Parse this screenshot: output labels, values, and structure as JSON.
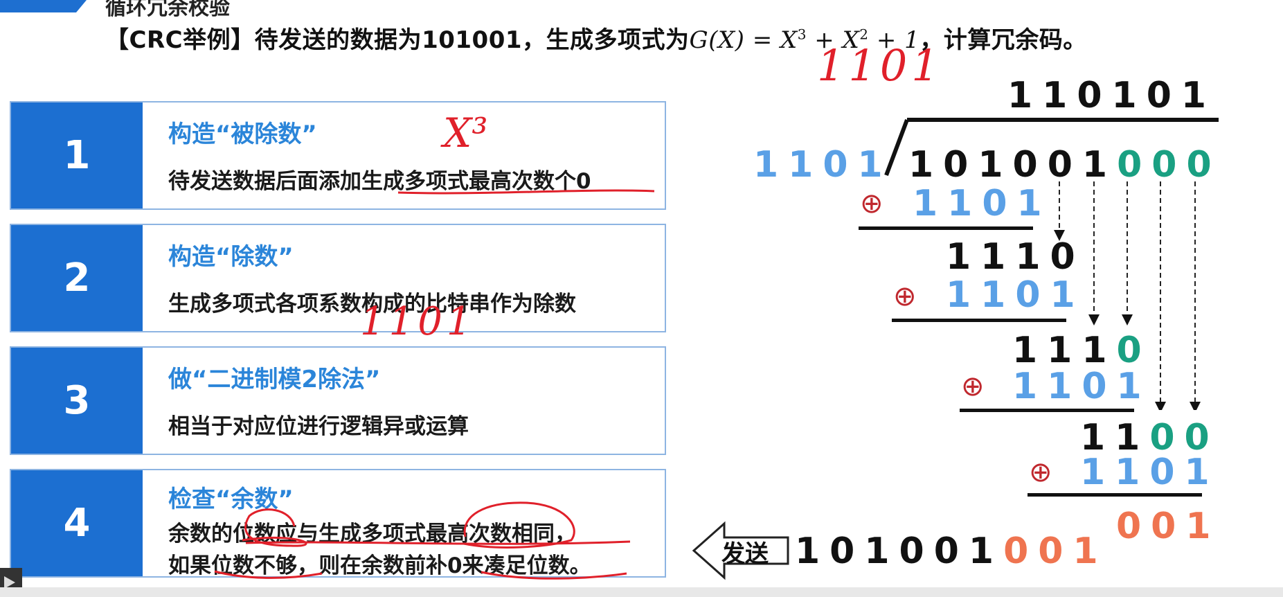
{
  "header": {
    "title": "循环冗余校验"
  },
  "question": {
    "prefix": "【CRC举例】待发送的数据为101001，生成多项式为",
    "formula_g": "G(X) = X",
    "exp3": "3",
    "plus": " + X",
    "exp2": "2",
    "tail": " + 1",
    "suffix": "，计算冗余码。"
  },
  "steps": [
    {
      "number": "1",
      "title": "构造“被除数”",
      "desc": "待发送数据后面添加生成多项式最高次数个0"
    },
    {
      "number": "2",
      "title": "构造“除数”",
      "desc": "生成多项式各项系数构成的比特串作为除数"
    },
    {
      "number": "3",
      "title": "做“二进制模2除法”",
      "desc": "相当于对应位进行逻辑异或运算"
    },
    {
      "number": "4",
      "title": "检查“余数”",
      "desc": "余数的位数应与生成多项式最高次数相同，",
      "desc2": "如果位数不够，则在余数前补0来凑足位数。"
    }
  ],
  "division": {
    "quotient": "110101",
    "divisor": "1101",
    "dividend_data": "101001",
    "dividend_pad": "000",
    "rows": [
      {
        "xor_symbol": "⊕",
        "value": "1101"
      },
      {
        "partial_black": "1110",
        "partial_green": ""
      },
      {
        "xor_symbol": "⊕",
        "value": "1101"
      },
      {
        "partial_black": "111",
        "partial_green": "0"
      },
      {
        "xor_symbol": "⊕",
        "value": "1101"
      },
      {
        "partial_black": "11",
        "partial_green": "00"
      },
      {
        "xor_symbol": "⊕",
        "value": "1101"
      }
    ],
    "remainder": "001"
  },
  "send": {
    "label": "发送",
    "data": "101001",
    "crc": "001"
  },
  "annotations": {
    "under_formula": "1101",
    "step1_note": "X³",
    "step2_note": "1101"
  }
}
